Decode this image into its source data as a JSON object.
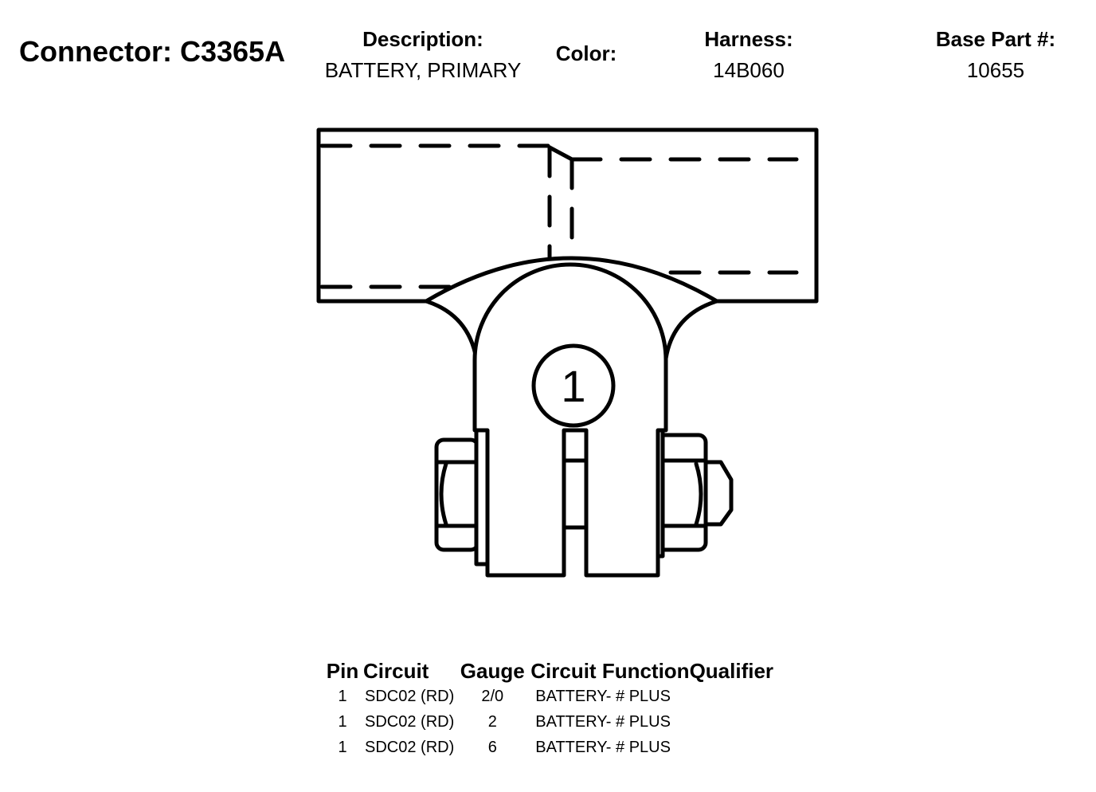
{
  "connector": {
    "title": "Connector: C3365A"
  },
  "header": {
    "description_label": "Description:",
    "description_value": "BATTERY, PRIMARY",
    "color_label": "Color:",
    "harness_label": "Harness:",
    "harness_value": "14B060",
    "base_part_label": "Base Part #:",
    "base_part_value": "10655"
  },
  "diagram": {
    "pin_label": "1"
  },
  "table": {
    "headers": {
      "pin": "Pin",
      "circuit": "Circuit",
      "gauge": "Gauge",
      "function": "Circuit Function",
      "qualifier": "Qualifier"
    },
    "rows": [
      {
        "pin": "1",
        "circuit": "SDC02 (RD)",
        "gauge": "2/0",
        "function": "BATTERY- # PLUS",
        "qualifier": ""
      },
      {
        "pin": "1",
        "circuit": "SDC02 (RD)",
        "gauge": "2",
        "function": "BATTERY- # PLUS",
        "qualifier": ""
      },
      {
        "pin": "1",
        "circuit": "SDC02 (RD)",
        "gauge": "6",
        "function": "BATTERY- # PLUS",
        "qualifier": ""
      }
    ]
  }
}
